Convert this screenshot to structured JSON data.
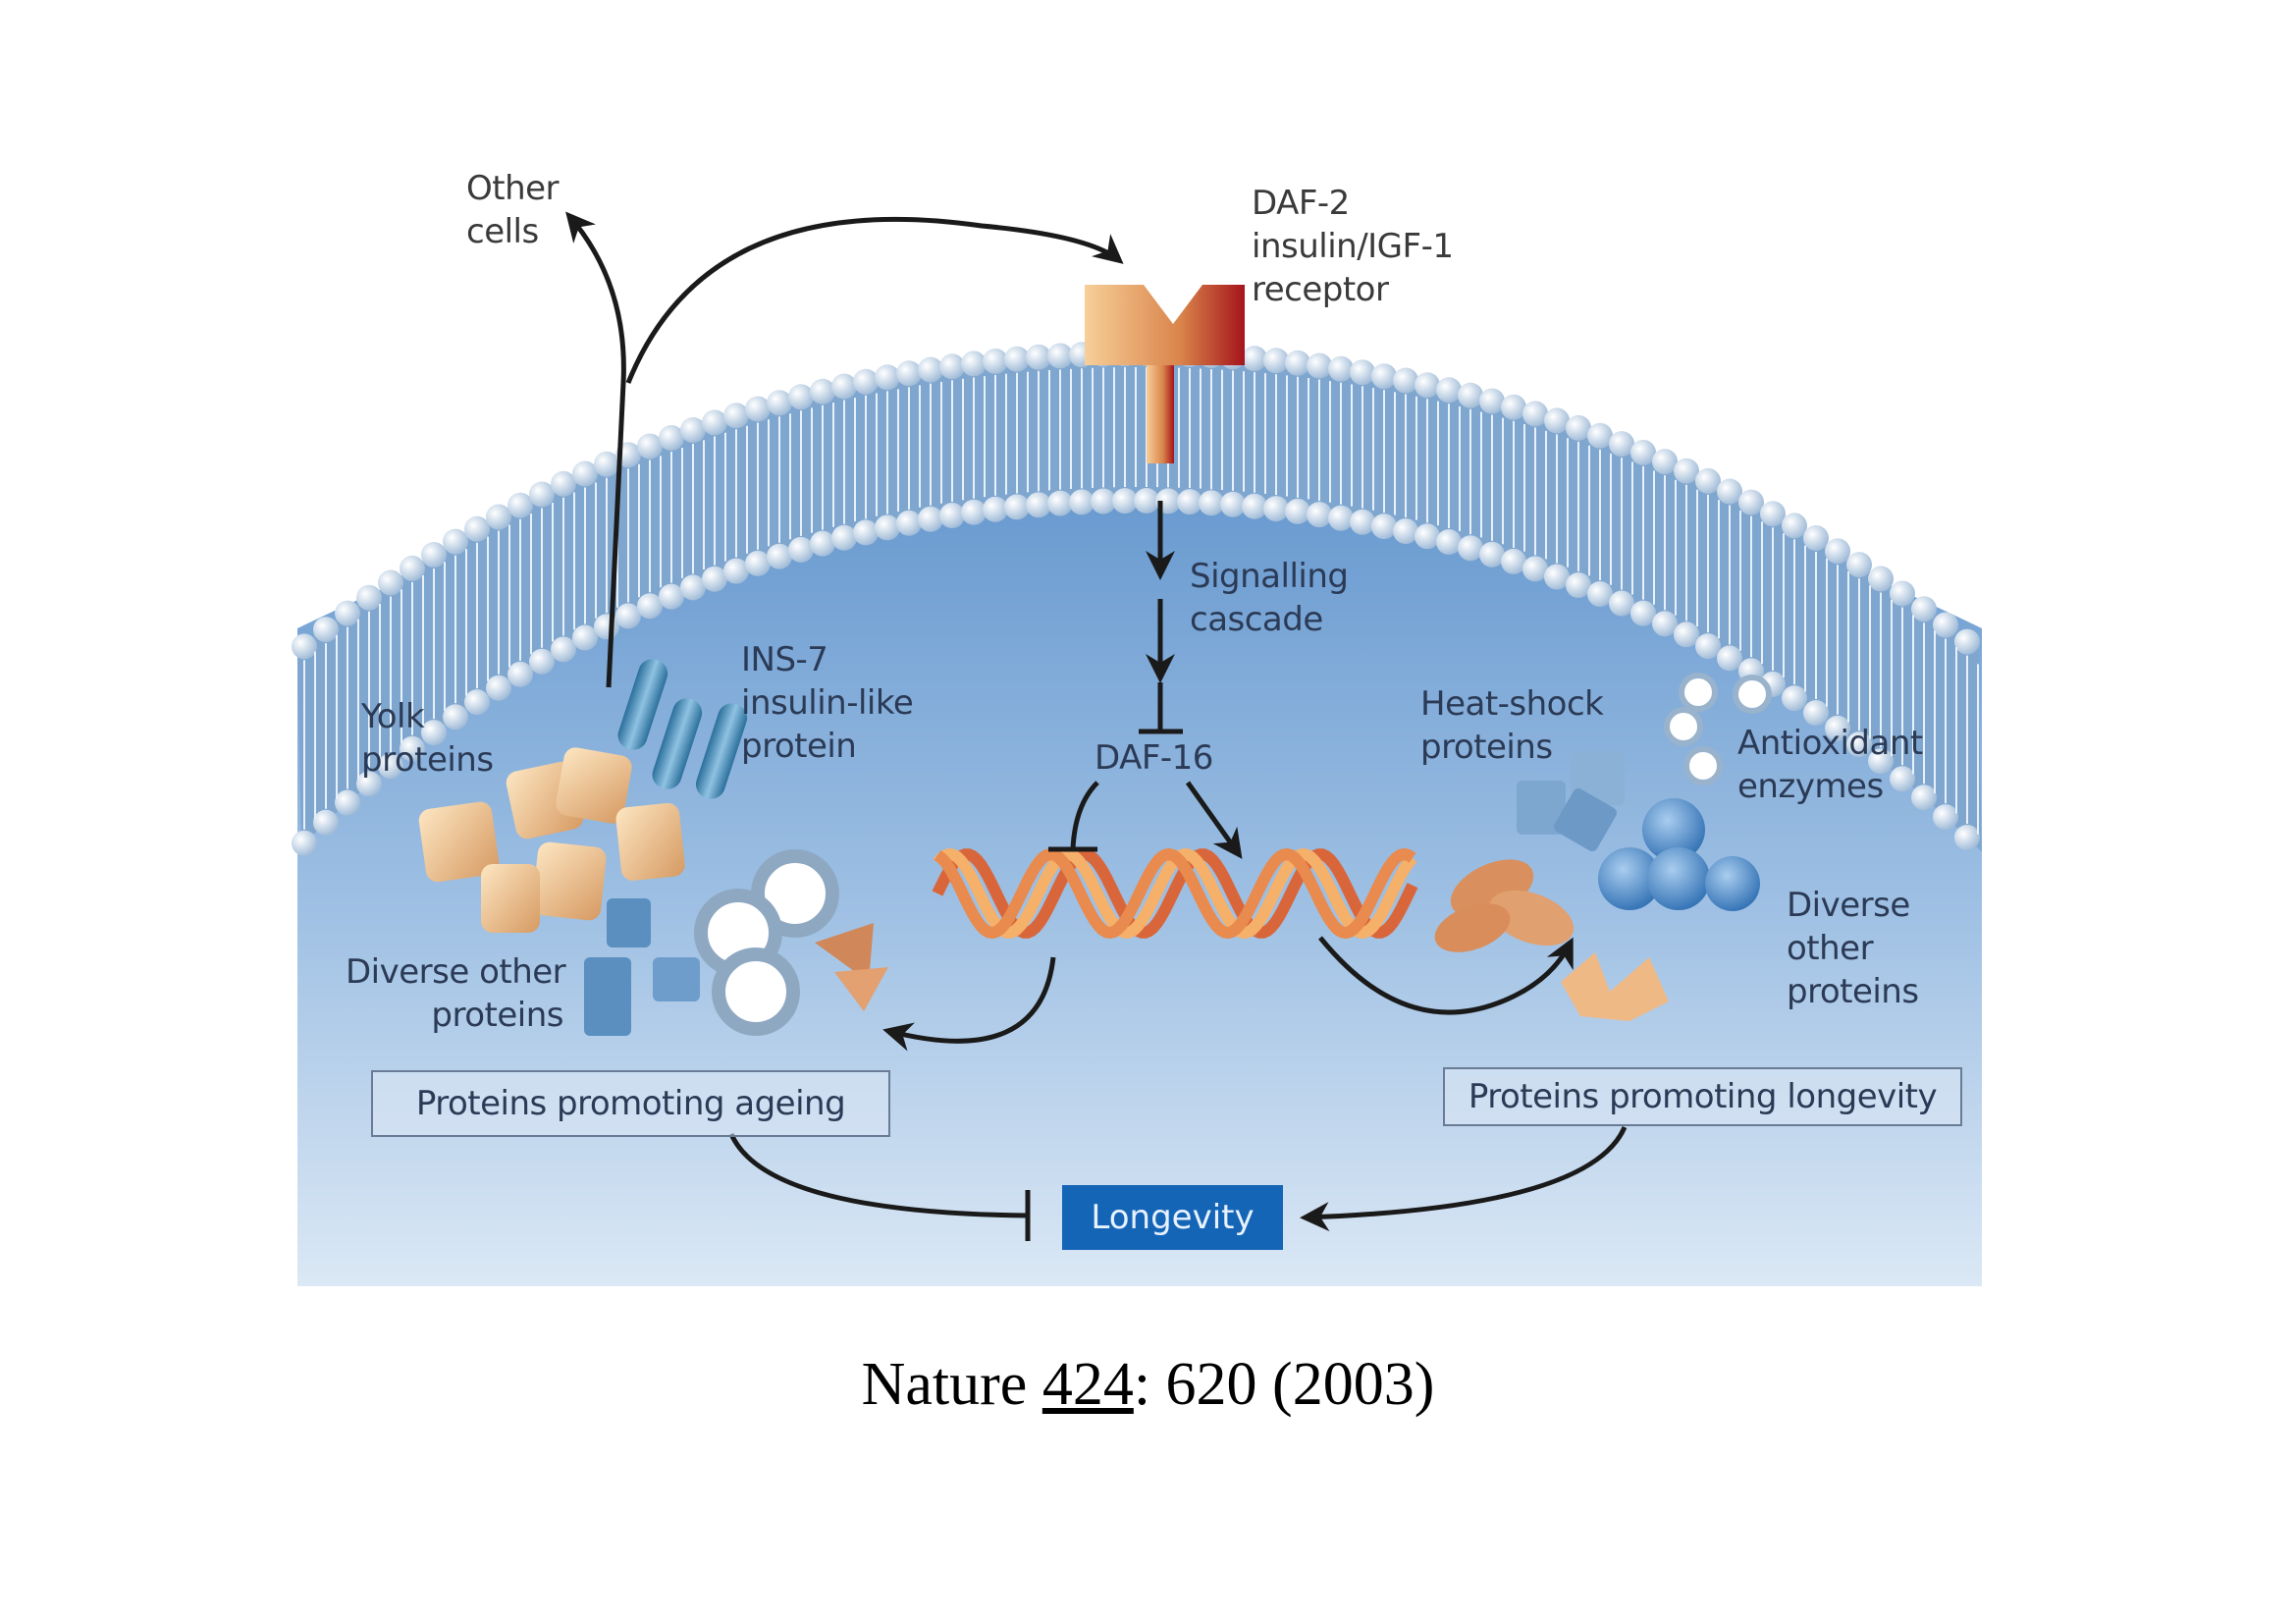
{
  "diagram": {
    "receptor": {
      "line1": "DAF-2",
      "line2": "insulin/IGF-1",
      "line3": "receptor"
    },
    "other_cells": {
      "line1": "Other",
      "line2": "cells"
    },
    "signalling": {
      "line1": "Signalling",
      "line2": "cascade"
    },
    "daf16": "DAF-16",
    "ins7": {
      "line1": "INS-7",
      "line2": "insulin-like",
      "line3": "protein"
    },
    "yolk": {
      "line1": "Yolk",
      "line2": "proteins"
    },
    "diverse_left": {
      "line1": "Diverse other",
      "line2": "proteins"
    },
    "heat_shock": {
      "line1": "Heat-shock",
      "line2": "proteins"
    },
    "antioxidant": {
      "line1": "Antioxidant",
      "line2": "enzymes"
    },
    "diverse_right": {
      "line1": "Diverse",
      "line2": "other",
      "line3": "proteins"
    },
    "ageing_box": "Proteins promoting ageing",
    "longevity_box": "Proteins promoting longevity",
    "longevity": "Longevity",
    "colors": {
      "cytoplasm": "#6f9fd2",
      "longevity_box": "#1565b7",
      "receptor": "#e8a66a",
      "arrow": "#1a1a1a"
    }
  },
  "citation": {
    "journal": "Nature ",
    "volume": "424",
    "rest": ": 620 (2003)"
  }
}
